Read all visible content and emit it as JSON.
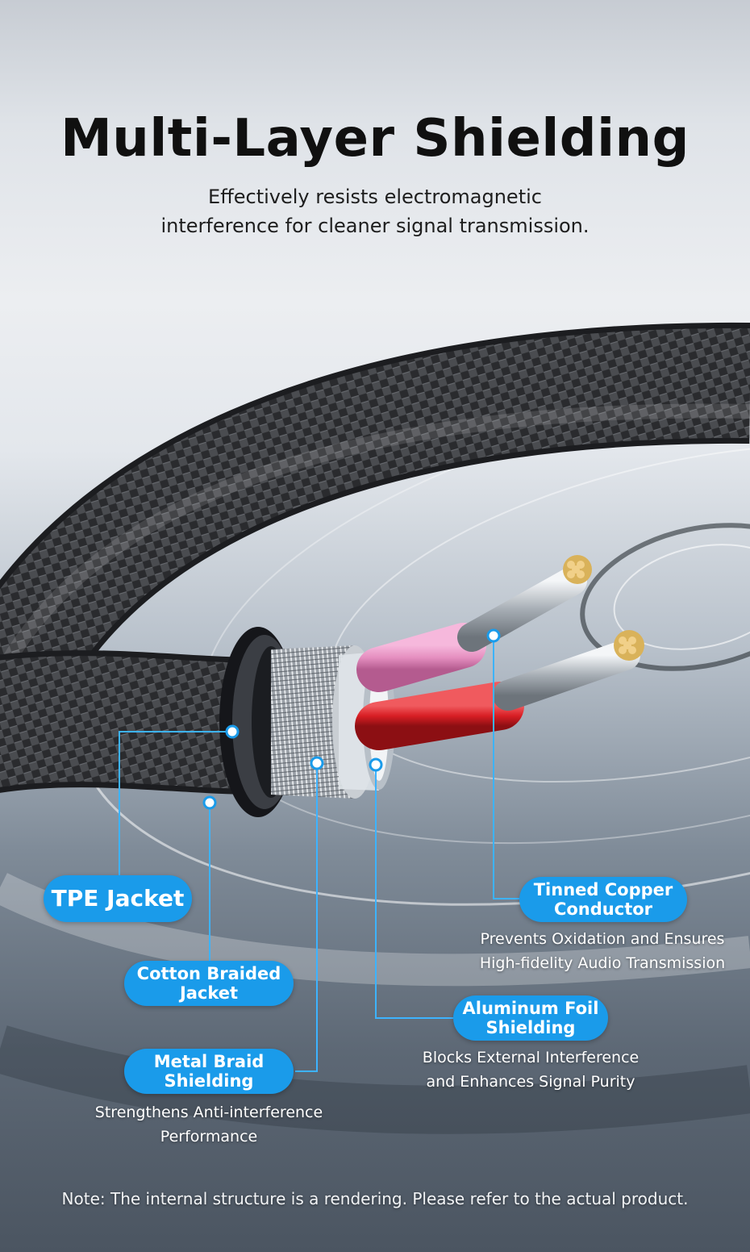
{
  "header": {
    "title": "Multi-Layer Shielding",
    "subtitle_line1": "Effectively resists electromagnetic",
    "subtitle_line2": "interference for cleaner signal transmission."
  },
  "layers": {
    "tpe_jacket": {
      "label": "TPE Jacket"
    },
    "cotton_braided_jacket": {
      "label_line1": "Cotton Braided",
      "label_line2": "Jacket"
    },
    "metal_braid_shielding": {
      "label_line1": "Metal Braid",
      "label_line2": "Shielding",
      "desc_line1": "Strengthens Anti-interference",
      "desc_line2": "Performance"
    },
    "aluminum_foil_shielding": {
      "label_line1": "Aluminum Foil",
      "label_line2": "Shielding",
      "desc_line1": "Blocks External Interference",
      "desc_line2": "and Enhances Signal Purity"
    },
    "tinned_copper_conductor": {
      "label_line1": "Tinned Copper",
      "label_line2": "Conductor",
      "desc_line1": "Prevents Oxidation and Ensures",
      "desc_line2": "High-fidelity Audio Transmission"
    }
  },
  "footer": {
    "note": "Note: The internal structure is a rendering. Please refer to the actual product."
  },
  "colors": {
    "accent": "#1a9bea",
    "leader_line": "#3db3ff",
    "conductor_pink": "#e58fc0",
    "conductor_red": "#d81e24",
    "copper_strand": "#d9b25a"
  }
}
